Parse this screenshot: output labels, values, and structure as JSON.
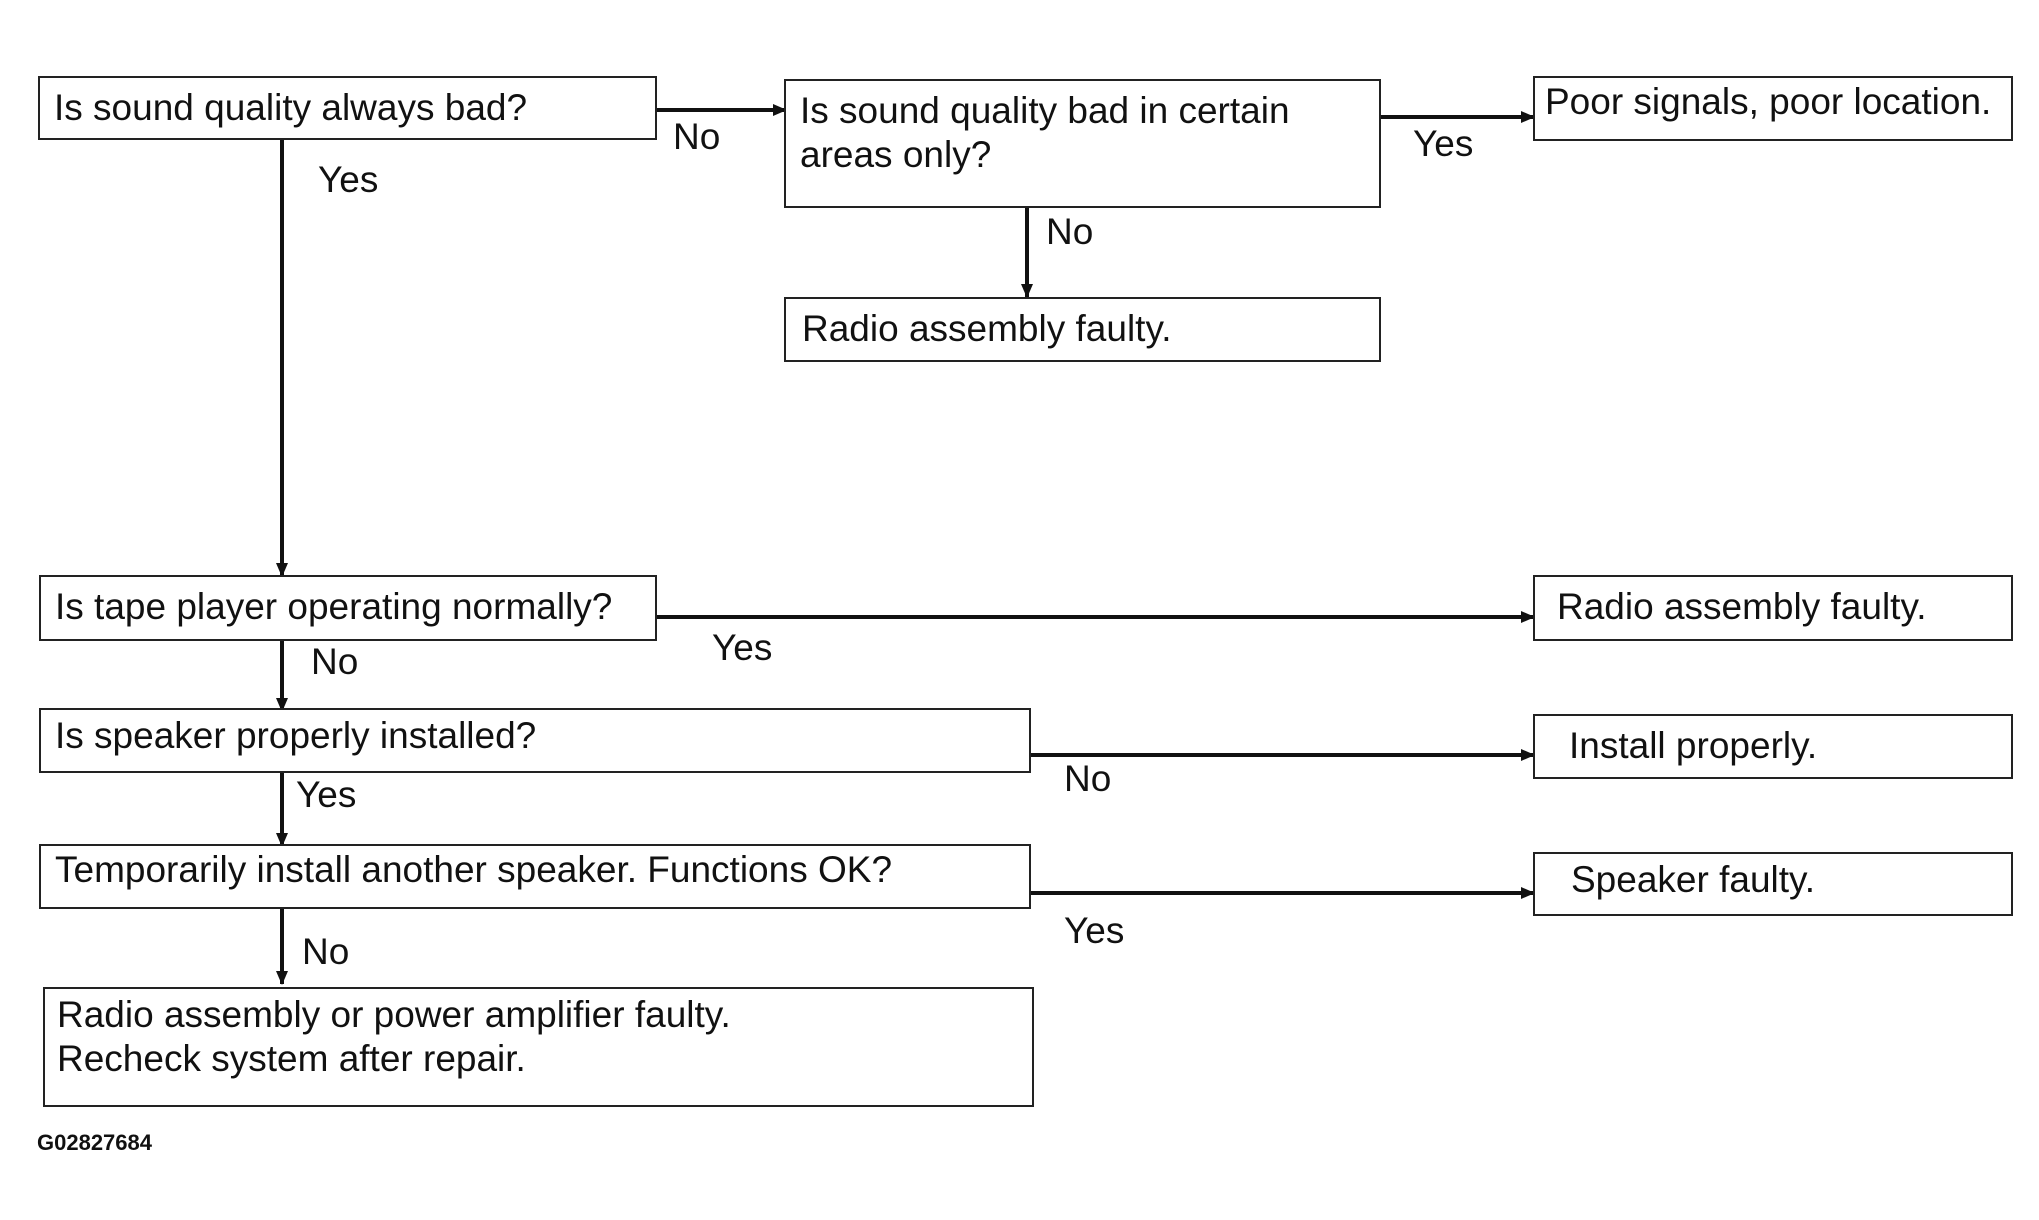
{
  "boxes": {
    "q_always_bad": "Is sound quality always bad?",
    "q_certain_areas": "Is sound quality bad in certain\nareas only?",
    "r_poor_signals": "Poor signals, poor location.",
    "r_radio_faulty_1": "Radio assembly faulty.",
    "q_tape_player": "Is tape player operating normally?",
    "r_radio_faulty_2": "Radio assembly faulty.",
    "q_speaker_installed": "Is speaker properly installed?",
    "r_install_properly": "Install properly.",
    "q_temp_speaker": "Temporarily install another speaker. Functions OK?",
    "r_speaker_faulty": "Speaker faulty.",
    "r_radio_or_amp": "Radio assembly or power amplifier faulty.\nRecheck system after repair."
  },
  "labels": {
    "always_bad_no": "No",
    "always_bad_yes": "Yes",
    "certain_areas_yes": "Yes",
    "certain_areas_no": "No",
    "tape_yes": "Yes",
    "tape_no": "No",
    "installed_no": "No",
    "installed_yes": "Yes",
    "temp_yes": "Yes",
    "temp_no": "No"
  },
  "figure_code": "G02827684",
  "colors": {
    "line": "#111111",
    "border": "#222222",
    "background": "#ffffff"
  }
}
